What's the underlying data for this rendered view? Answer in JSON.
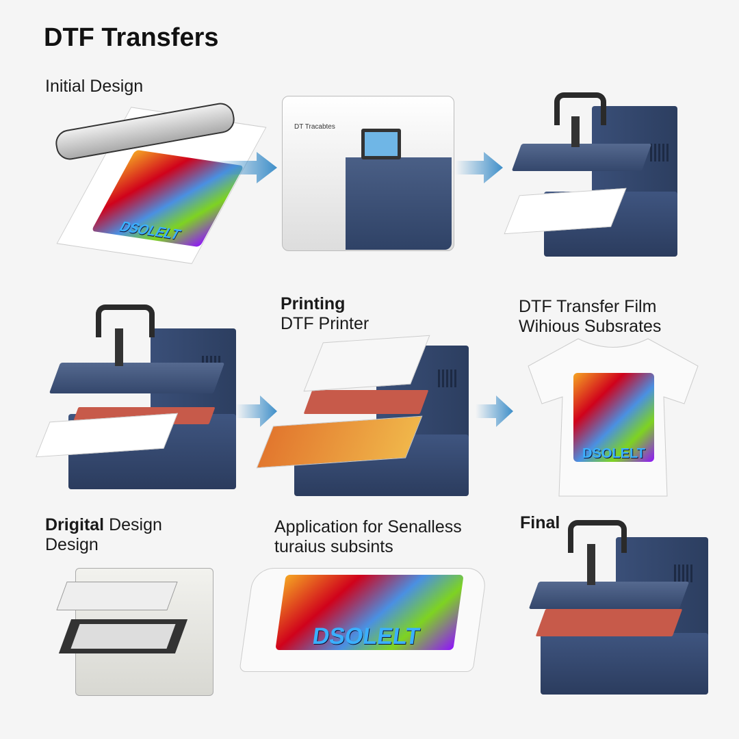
{
  "title": "DTF Transfers",
  "steps": {
    "initial_design": "Initial Design",
    "printing_bold": "Printing",
    "printing_sub": "DTF Printer",
    "film_line1": "DTF Transfer Film",
    "film_line2": "Wihious Subsrates",
    "digital_bold": "Drigital",
    "digital_rest": " Design",
    "digital_line2": "Design",
    "application_line1": "Application for Senalless",
    "application_line2": "turaius subsints",
    "final": "Final"
  },
  "printer_brand": "DT Tracabtes",
  "artwork_text": "DSOLELT",
  "colors": {
    "arrow": "#3f8fc9",
    "machine_navy": "#34476c",
    "background": "#f5f5f5"
  }
}
